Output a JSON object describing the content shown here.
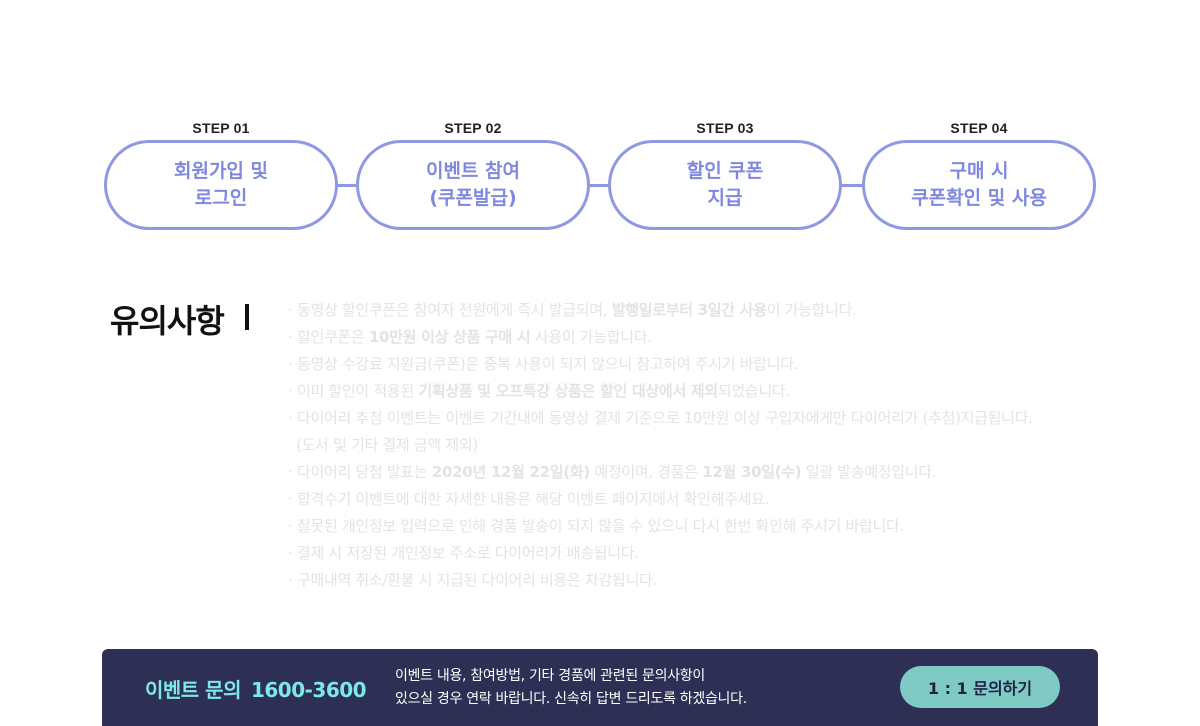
{
  "steps": [
    {
      "label": "STEP 01",
      "lines": [
        "회원가입 및",
        "로그인"
      ]
    },
    {
      "label": "STEP 02",
      "lines": [
        "이벤트 참여",
        "(쿠폰발급)"
      ]
    },
    {
      "label": "STEP 03",
      "lines": [
        "할인 쿠폰",
        "지급"
      ]
    },
    {
      "label": "STEP 04",
      "lines": [
        "구매 시",
        "쿠폰확인 및 사용"
      ]
    }
  ],
  "notice": {
    "title": "유의사항",
    "items": [
      {
        "bullet": "·",
        "pre": "동영상 할인쿠폰은 참여자 전원에게 즉시 발급되며, ",
        "bold": "발행일로부터 3일간 사용",
        "post": "이 가능합니다."
      },
      {
        "bullet": "·",
        "pre": "할인쿠폰은 ",
        "bold": "10만원 이상 상품 구매 시",
        "post": " 사용이 가능합니다."
      },
      {
        "bullet": "·",
        "pre": "동영상 수강료 지원금(쿠폰)은 중복 사용이 되지 않으니 참고하여 주시기 바랍니다.",
        "bold": "",
        "post": ""
      },
      {
        "bullet": "·",
        "pre": "이미 할인이 적용된 ",
        "bold": "기획상품 및 오프특강 상품은 할인 대상에서 제외",
        "post": "되었습니다."
      },
      {
        "bullet": "·",
        "pre": "다이어리 추첨 이벤트는 이벤트 기간내에 동영상 결제 기준으로 10만원 이상 구입자에게만 다이어리가 (추첨)지급됩니다.",
        "bold": "",
        "post": "",
        "cont": "(도서 및 기타 결제 금액 제외)"
      },
      {
        "bullet": "·",
        "pre": "다이어리 당첨 발표는 ",
        "bold": "2020년 12월 22일(화)",
        "post": " 예정이며, 경품은 ",
        "bold2": "12월 30일(수)",
        "post2": " 일괄 발송예정입니다."
      },
      {
        "bullet": "·",
        "pre": "합격수기 이벤트에 대한 자세한 내용은 해당 이벤트 페이지에서 확인해주세요.",
        "bold": "",
        "post": ""
      },
      {
        "bullet": "·",
        "pre": "잘못된 개인정보 입력으로 인해 경품 발송이 되지 않을 수 있으니 다시 한번 확인해 주시기 바랍니다.",
        "bold": "",
        "post": ""
      },
      {
        "bullet": "·",
        "pre": "결제 시 저장된 개인정보 주소로 다이어리가 배송됩니다.",
        "bold": "",
        "post": ""
      },
      {
        "bullet": "·",
        "pre": "구매내역 취소/환불 시 지급된 다이어리 비용은 차감됩니다.",
        "bold": "",
        "post": ""
      }
    ]
  },
  "footer": {
    "title": "이벤트 문의",
    "phone": "1600-3600",
    "desc_line1": "이벤트 내용, 참여방법, 기타 경품에 관련된 문의사항이",
    "desc_line2": "있으실 경우 연락 바랍니다. 신속히 답변 드리도록 하겠습니다.",
    "button_label": "1 : 1 문의하기"
  },
  "colors": {
    "step_border": "#8f98e2",
    "step_text": "#7f88e0",
    "footer_bg": "#2d3054",
    "footer_accent": "#7de7ea",
    "button_bg": "#7fcac5"
  }
}
